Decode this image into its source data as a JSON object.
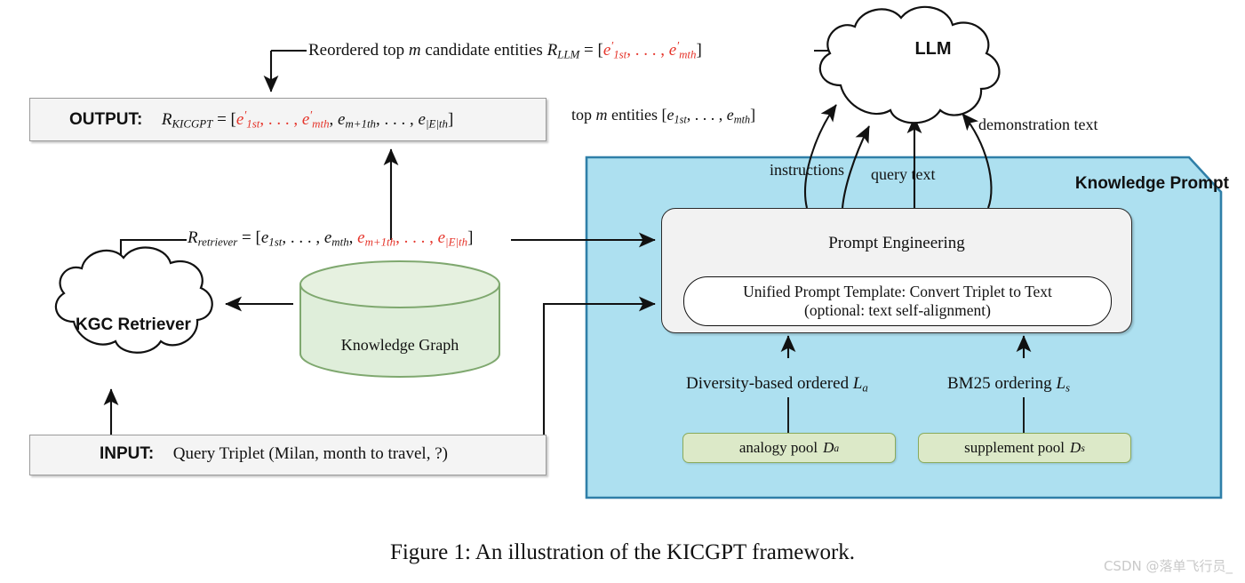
{
  "figure": {
    "caption": "Figure 1: An illustration of the KICGPT framework.",
    "watermark": "CSDN @落单飞行员_"
  },
  "colors": {
    "panel_fill": "#ade0f0",
    "panel_border": "#2f7fa8",
    "box_fill": "#f4f4f4",
    "box_border": "#9a9a9a",
    "pool_fill": "#dce9c8",
    "pool_border": "#8aab5c",
    "cylinder_fill": "#dfeeda",
    "cylinder_border": "#7fa86f",
    "accent_red": "#e5342a",
    "stroke": "#111111"
  },
  "nodes": {
    "output_box": {
      "label": "OUTPUT:",
      "formula_plain": "R_KICGPT = [e'_1st, ..., e'_mth, e_m+1th, ..., e_|E|th]",
      "lhs": "R",
      "lhs_sub": "KICGPT",
      "eq": "=",
      "red_part": "e'_1st, ..., e'_mth,",
      "black_part": "e_m+1th, ..., e_|E|th"
    },
    "input_box": {
      "label": "INPUT:",
      "value": "Query Triplet  (Milan, month to travel, ?)"
    },
    "kgc_retriever": {
      "label": "KGC Retriever",
      "shape": "cloud"
    },
    "llm": {
      "label": "LLM",
      "shape": "cloud"
    },
    "knowledge_graph": {
      "label": "Knowledge Graph",
      "shape": "cylinder"
    },
    "knowledge_prompt_panel": {
      "label": "Knowledge Prompt"
    },
    "prompt_engineering": {
      "label": "Prompt Engineering"
    },
    "unified_prompt_template": {
      "line1": "Unified  Prompt Template:  Convert Triplet to Text",
      "line2": "(optional: text self-alignment)"
    },
    "analogy_pool": {
      "label": "analogy pool",
      "symbol": "D",
      "symbol_sub": "a"
    },
    "supplement_pool": {
      "label": "supplement pool",
      "symbol": "D",
      "symbol_sub": "s"
    }
  },
  "edges": {
    "reordered": {
      "prefix": "Reordered top",
      "m": "m",
      "mid": "candidate entities",
      "lhs": "R",
      "lhs_sub": "LLM",
      "eq": "=",
      "red_list": "[e'_1st, ..., e'_mth]"
    },
    "retriever_result": {
      "lhs": "R",
      "lhs_sub": "retriever",
      "eq": "=",
      "black_part": "[e_1st, ..., e_mth,",
      "red_part": "e_m+1th, ..., e_|E|th]"
    },
    "top_m_entities": {
      "prefix": "top",
      "m": "m",
      "suffix": "entities",
      "list": "[e_1st, ..., e_mth]"
    },
    "instructions": {
      "label": "instructions"
    },
    "query_text": {
      "label": "query text"
    },
    "demonstration_text": {
      "label": "demonstration text"
    },
    "diversity_ordered": {
      "label": "Diversity-based ordered",
      "symbol": "L",
      "symbol_sub": "a"
    },
    "bm25_ordered": {
      "label": "BM25 ordering",
      "symbol": "L",
      "symbol_sub": "s"
    }
  }
}
